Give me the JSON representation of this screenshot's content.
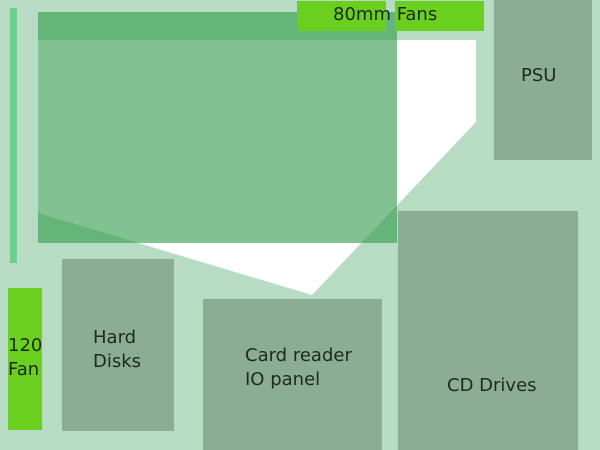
{
  "diagram": {
    "fans_80mm": "80mm Fans",
    "psu": "PSU",
    "fan_120": {
      "line1": "120",
      "line2": "Fan"
    },
    "hard_disks": {
      "line1": "Hard",
      "line2": "Disks"
    },
    "card_reader": {
      "line1": "Card reader",
      "line2": "IO panel"
    },
    "cd_drives": "CD Drives"
  },
  "colors": {
    "background": "#b7dcc3",
    "bay": "#8aad94",
    "fan": "#6bcf1f",
    "board": "#5aaa6a",
    "board_light": "#7fbf86",
    "airflow": "#ffffff",
    "edge_strip": "#6dce8d",
    "text": "#1b2b1f"
  }
}
